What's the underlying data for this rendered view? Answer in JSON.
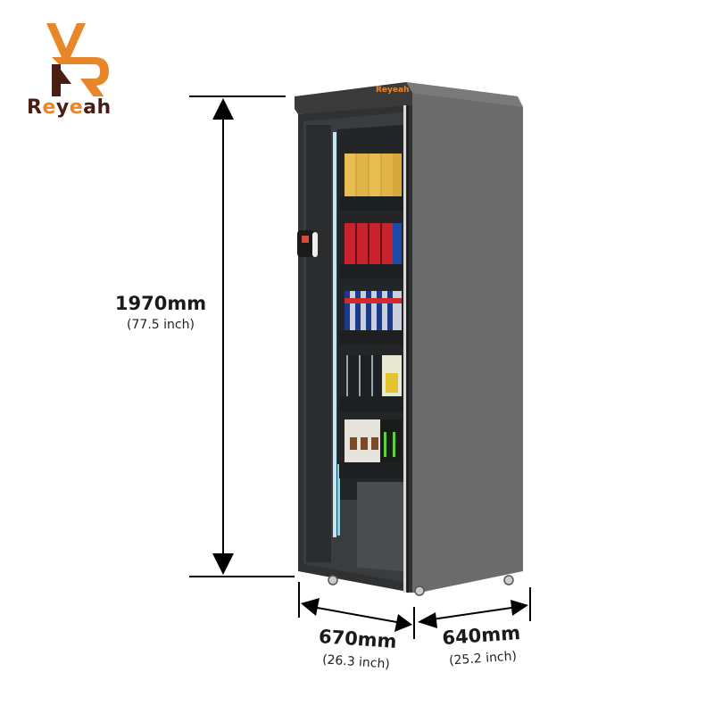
{
  "brand": {
    "logo_text_parts": [
      "R",
      "e",
      "y",
      "e",
      "ah"
    ],
    "name": "Reyeah",
    "primary_color": "#e8862a",
    "secondary_color": "#4a1e12",
    "cabinet_badge": "Reyeah"
  },
  "dimensions": {
    "height": {
      "mm": "1970mm",
      "inch": "(77.5 inch)"
    },
    "width": {
      "mm": "670mm",
      "inch": "(26.3 inch)"
    },
    "depth": {
      "mm": "640mm",
      "inch": "(25.2 inch)"
    }
  },
  "product": {
    "type": "glass door vending fridge cabinet",
    "shelves": [
      {
        "index": 1,
        "contents": "gold energy drink cans"
      },
      {
        "index": 2,
        "contents": "red and blue cans"
      },
      {
        "index": 3,
        "contents": "Red Bull cans"
      },
      {
        "index": 4,
        "contents": "Energy drink cans and lemon cans"
      },
      {
        "index": 5,
        "contents": "coconut drink cans and Monster cans"
      }
    ],
    "colors": {
      "body": "#5a5a5a",
      "side": "#6b6b6b",
      "glass": "#2b2d2f",
      "led": "#bfeaf5"
    }
  }
}
